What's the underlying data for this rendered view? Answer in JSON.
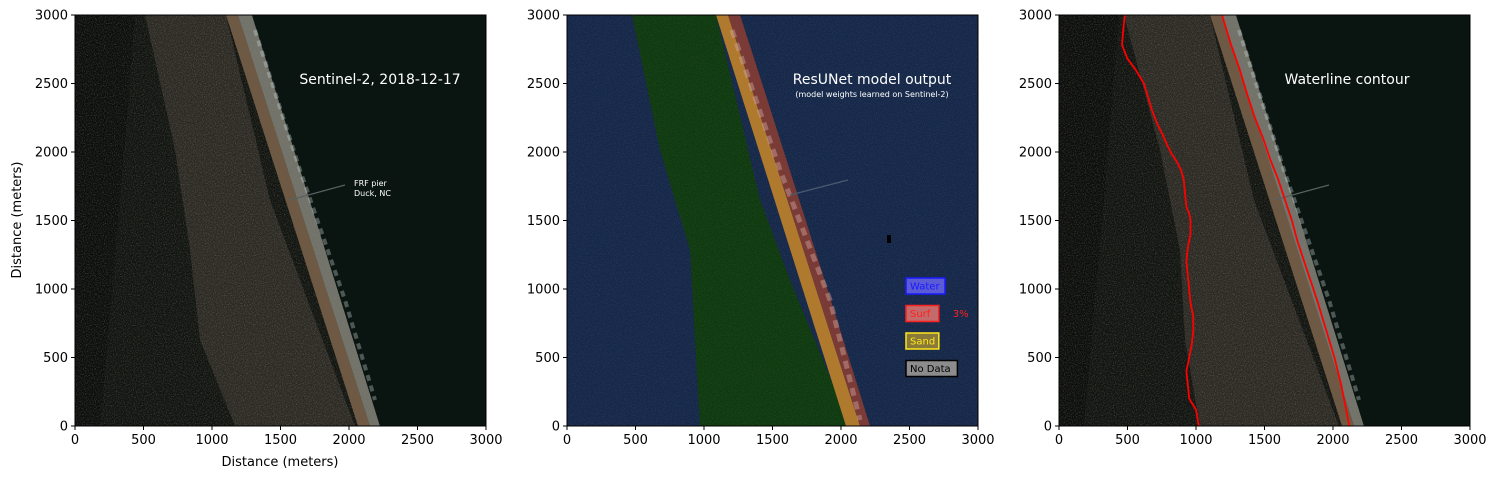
{
  "chart_data": [
    {
      "type": "image",
      "title": "Sentinel-2, 2018-12-17",
      "xlabel": "Distance (meters)",
      "ylabel": "Distance (meters)",
      "xlim": [
        0,
        3000
      ],
      "ylim": [
        0,
        3000
      ],
      "xticks": [
        "0",
        "500",
        "1000",
        "1500",
        "2000",
        "2500",
        "3000"
      ],
      "yticks": [
        "0",
        "500",
        "1000",
        "1500",
        "2000",
        "2500",
        "3000"
      ],
      "annotation": {
        "line1": "FRF pier",
        "line2": "Duck, NC"
      }
    },
    {
      "type": "image",
      "title": "ResUNet model output",
      "subtitle": "(model weights learned on Sentinel-2)",
      "xlim": [
        0,
        3000
      ],
      "ylim": [
        0,
        3000
      ],
      "xticks": [
        "0",
        "500",
        "1000",
        "1500",
        "2000",
        "2500",
        "3000"
      ],
      "yticks": [
        "0",
        "500",
        "1000",
        "1500",
        "2000",
        "2500",
        "3000"
      ],
      "legend": [
        {
          "label": "Water",
          "fill": "#5b5bd6",
          "border": "#1a1aff",
          "text_color": "#1a1aff"
        },
        {
          "label": "Surf",
          "fill": "#c46a6a",
          "border": "#ff2020",
          "text_color": "#ff2020",
          "extra": "3%"
        },
        {
          "label": "Sand",
          "fill": "#8a7a3a",
          "border": "#ffe81a",
          "text_color": "#ffe81a"
        },
        {
          "label": "No Data",
          "fill": "#8c8c8c",
          "border": "#000000",
          "text_color": "#000000"
        }
      ]
    },
    {
      "type": "image",
      "title": "Waterline contour",
      "xlim": [
        0,
        3000
      ],
      "ylim": [
        0,
        3000
      ],
      "xticks": [
        "0",
        "500",
        "1000",
        "1500",
        "2000",
        "2500",
        "3000"
      ],
      "yticks": [
        "0",
        "500",
        "1000",
        "1500",
        "2000",
        "2500",
        "3000"
      ],
      "contour_color": "#ff0000",
      "contours": [
        {
          "name": "",
          "points": [
            [
              480,
              3000
            ],
            [
              470,
              2900
            ],
            [
              460,
              2780
            ],
            [
              500,
              2680
            ],
            [
              560,
              2600
            ],
            [
              620,
              2500
            ],
            [
              650,
              2400
            ],
            [
              680,
              2300
            ],
            [
              720,
              2200
            ],
            [
              760,
              2120
            ],
            [
              790,
              2050
            ],
            [
              820,
              1990
            ],
            [
              860,
              1930
            ],
            [
              890,
              1870
            ],
            [
              910,
              1800
            ],
            [
              920,
              1700
            ],
            [
              930,
              1600
            ],
            [
              950,
              1550
            ],
            [
              960,
              1500
            ],
            [
              960,
              1400
            ],
            [
              940,
              1300
            ],
            [
              930,
              1200
            ],
            [
              940,
              1100
            ],
            [
              950,
              1000
            ],
            [
              960,
              900
            ],
            [
              980,
              800
            ],
            [
              980,
              700
            ],
            [
              970,
              600
            ],
            [
              950,
              500
            ],
            [
              930,
              400
            ],
            [
              940,
              300
            ],
            [
              950,
              200
            ],
            [
              1000,
              120
            ],
            [
              1020,
              0
            ]
          ]
        },
        {
          "name": "",
          "points": [
            [
              1190,
              3000
            ],
            [
              1250,
              2800
            ],
            [
              1320,
              2600
            ],
            [
              1380,
              2400
            ],
            [
              1430,
              2250
            ],
            [
              1490,
              2100
            ],
            [
              1540,
              1950
            ],
            [
              1600,
              1800
            ],
            [
              1650,
              1650
            ],
            [
              1700,
              1500
            ],
            [
              1740,
              1350
            ],
            [
              1790,
              1200
            ],
            [
              1840,
              1050
            ],
            [
              1890,
              900
            ],
            [
              1950,
              700
            ],
            [
              2010,
              500
            ],
            [
              2060,
              300
            ],
            [
              2100,
              100
            ],
            [
              2120,
              0
            ]
          ]
        }
      ]
    }
  ]
}
